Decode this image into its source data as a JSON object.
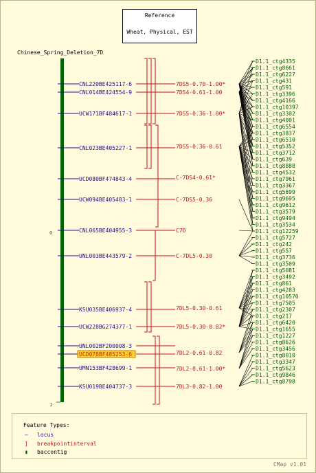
{
  "reference": {
    "title": "Reference",
    "subtitle": "Wheat, Physical, EST"
  },
  "map_title": "Chinese_Spring_Deletion_7D",
  "scale": {
    "top_label": "0",
    "bottom_label": "1"
  },
  "colors": {
    "locus": "#2a0c8a",
    "breakpoint": "#c5121b",
    "contig": "#006400",
    "highlight": "#ffcc33"
  },
  "loci": [
    {
      "label": "CNL220BE425117-6"
    },
    {
      "label": "CNL014BE424554-9"
    },
    {
      "label": "UCW171BF484617-1"
    },
    {
      "label": "CNL023BE405227-1"
    },
    {
      "label": "UCD080BF474843-4"
    },
    {
      "label": "UCW094BE405483-1"
    },
    {
      "label": "CNL065BE404955-3"
    },
    {
      "label": "UNL003BE443579-2"
    },
    {
      "label": "KSU035BE406937-4"
    },
    {
      "label": "UCW228BG274377-1"
    },
    {
      "label": "UNL002BF200008-3"
    },
    {
      "label": "UCD078BF485253-6",
      "highlighted": true
    },
    {
      "label": "UMN153BF428699-1"
    },
    {
      "label": "KSU019BE404737-3"
    }
  ],
  "breakpoints": [
    {
      "label": "7DS5-0.70-1.00*"
    },
    {
      "label": "7DS4-0.61-1.00"
    },
    {
      "label": "7DS5-0.36-1.00*"
    },
    {
      "label": "7DS5-0.36-0.61"
    },
    {
      "label": "C-7DS4-0.61*"
    },
    {
      "label": "C-7DS5-0.36"
    },
    {
      "label": "C7D"
    },
    {
      "label": "C-7DL5-0.30"
    },
    {
      "label": "7DL5-0.30-0.61"
    },
    {
      "label": "7DL5-0.30-0.82*"
    },
    {
      "label": "7DL2-0.61-0.82"
    },
    {
      "label": "7DL2-0.61-1.00*"
    },
    {
      "label": "7DL3-0.82-1.00"
    }
  ],
  "contigs": [
    "D1.1_ctg4335",
    "D1.1_ctg8661",
    "D1.1_ctg6227",
    "D1.1_ctg431",
    "D1.1_ctg591",
    "D1.1_ctg3396",
    "D1.1_ctg4166",
    "D1.1_ctg10397",
    "D1.1_ctg3302",
    "D1.1_ctg4001",
    "D1.1_ctg6554",
    "D1.1_ctg3837",
    "D1.1_ctg6510",
    "D1.1_ctg5352",
    "D1.1_ctg3712",
    "D1.1_ctg639",
    "D1.1_ctg8888",
    "D1.1_ctg4532",
    "D1.1_ctg7961",
    "D1.1_ctg3367",
    "D1.1_ctg5699",
    "D1.1_ctg9695",
    "D1.1_ctg9612",
    "D1.1_ctg3579",
    "D1.1_ctg9494",
    "D1.1_ctg3534",
    "D1.1_ctg12259",
    "D1.1_ctg5727",
    "D1.1_ctg242",
    "D1.1_ctg557",
    "D1.1_ctg3736",
    "D1.1_ctg3509",
    "D1.1_ctg5081",
    "D1.1_ctg3492",
    "D1.1_ctg861",
    "D1.1_ctg4283",
    "D1.1_ctg10570",
    "D1.1_ctg7505",
    "D1.1_ctg2307",
    "D1.1_ctg217",
    "D1.1_ctg6420",
    "D1.1_ctg1655",
    "D1.1_ctg1227",
    "D1.1_ctg8626",
    "D1.1_ctg3456",
    "D1.1_ctg8010",
    "D1.1_ctg3347",
    "D1.1_ctg5623",
    "D1.1_ctg9846",
    "D1.1_ctg8798"
  ],
  "legend": {
    "title": "Feature Types:",
    "items": [
      {
        "label": "locus"
      },
      {
        "label": "breakpointinterval"
      },
      {
        "label": "baccontig"
      }
    ]
  },
  "credit": "CMap v1.01"
}
